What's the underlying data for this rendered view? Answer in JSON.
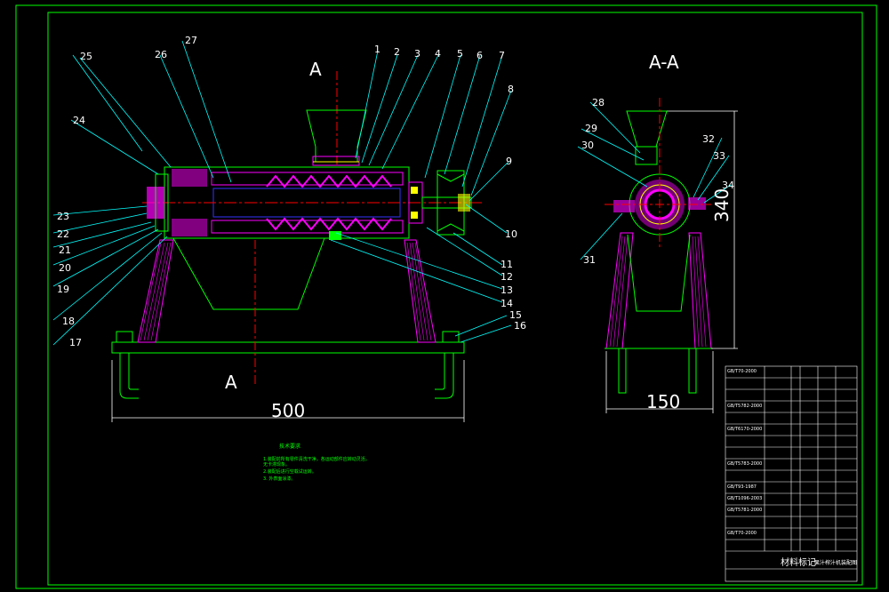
{
  "section_labels": {
    "view_marker_top": "A",
    "view_marker_bottom": "A",
    "section_title": "A-A"
  },
  "dimensions": {
    "base_width": "500",
    "side_height": "340",
    "side_width": "150"
  },
  "balloons": [
    "1",
    "2",
    "3",
    "4",
    "5",
    "6",
    "7",
    "8",
    "9",
    "10",
    "11",
    "12",
    "13",
    "14",
    "15",
    "16",
    "17",
    "18",
    "19",
    "20",
    "21",
    "22",
    "23",
    "24",
    "25",
    "26",
    "27",
    "28",
    "29",
    "30",
    "31",
    "32",
    "33",
    "34"
  ],
  "notes": {
    "title": "技术要求",
    "lines": [
      "1.装配前所有零件清洗干净，各运动部件应转动灵活，无卡滞现象。",
      "2.装配后进行空载试运转。",
      "3. 外表面涂漆。"
    ]
  },
  "title_block": {
    "rows": [
      "GB/T70-2000",
      "GB/T5782-2000",
      "GB/T6170-2000",
      "GB/T5783-2000",
      "GB/T93-1987",
      "GB/T1096-2003",
      "GB/T5781-2000",
      "GB/T70-2000"
    ],
    "header": "材料标记",
    "drawing_name": "果汁榨汁机装配图"
  },
  "colors": {
    "background": "#000000",
    "frame": "#00ff00",
    "outline": "#00ff00",
    "hatch": "#ff00ff",
    "centerline": "#ff0000",
    "leader": "#00ffff",
    "text": "#ffffff",
    "blue_lines": "#3333ff",
    "yellow": "#ffff00"
  }
}
